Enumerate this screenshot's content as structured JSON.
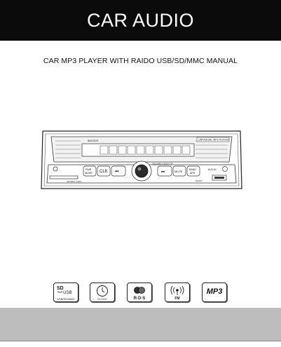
{
  "header": {
    "title": "CAR AUDIO"
  },
  "subtitle": "CAR MP3 PLAYER WITH RAIDO USB/SD/MMC  MANUAL",
  "device": {
    "model": "6810D/S",
    "badge": "UNIVERSAL MP3 PLAYER",
    "buttons": {
      "pwr": "PWR",
      "mode": "MODE",
      "clk": "CLK",
      "prev": "⏮",
      "next": "⏭",
      "mute": "MUTE",
      "band": "BAND",
      "aps": "APS",
      "aux": "AUX-IN",
      "reset": "RESET",
      "volume": "VOLUME / LOUD / ST"
    },
    "card_slot": "SD/MMC CARD"
  },
  "icons": [
    {
      "name": "sd-usb-icon",
      "line1": "SD",
      "line2": "USB",
      "label": "USB/SD/MMC"
    },
    {
      "name": "clock-icon",
      "label": "CLOCK"
    },
    {
      "name": "rds-icon",
      "label": "R·D·S"
    },
    {
      "name": "fm-icon",
      "label": "FM"
    },
    {
      "name": "mp3-icon",
      "label": "MP3"
    }
  ],
  "colors": {
    "header_bg": "#0a0a0a",
    "footer_band": "#bdbdbd"
  }
}
